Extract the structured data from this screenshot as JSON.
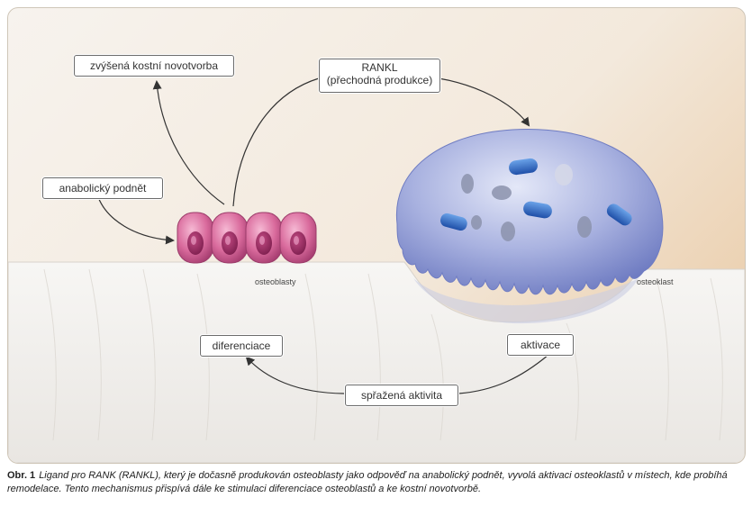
{
  "labels": {
    "bone_formation": "zvýšená kostní novotvorba",
    "rankl_title": "RANKL",
    "rankl_sub": "(přechodná produkce)",
    "anabolic": "anabolický podnět",
    "differentiation": "diferenciace",
    "activation": "aktivace",
    "coupled": "spřažená aktivita",
    "osteoblasts": "osteoblasty",
    "osteoclast": "osteoklast"
  },
  "caption": {
    "prefix": "Obr. 1",
    "text": "Ligand pro RANK (RANKL), který je dočasně produkován osteoblasty jako odpověď na anabolický podnět, vyvolá aktivaci osteoklastů v místech, kde probíhá remodelace. Tento mechanismus přispívá dále ke stimulaci diferenciace osteoblastů a ke kostní novotvorbě."
  },
  "colors": {
    "bone": "#f2f0ee",
    "osteoblast": "#d86a9a",
    "osteoclast": "#9aa6da",
    "arrow": "#333333"
  }
}
